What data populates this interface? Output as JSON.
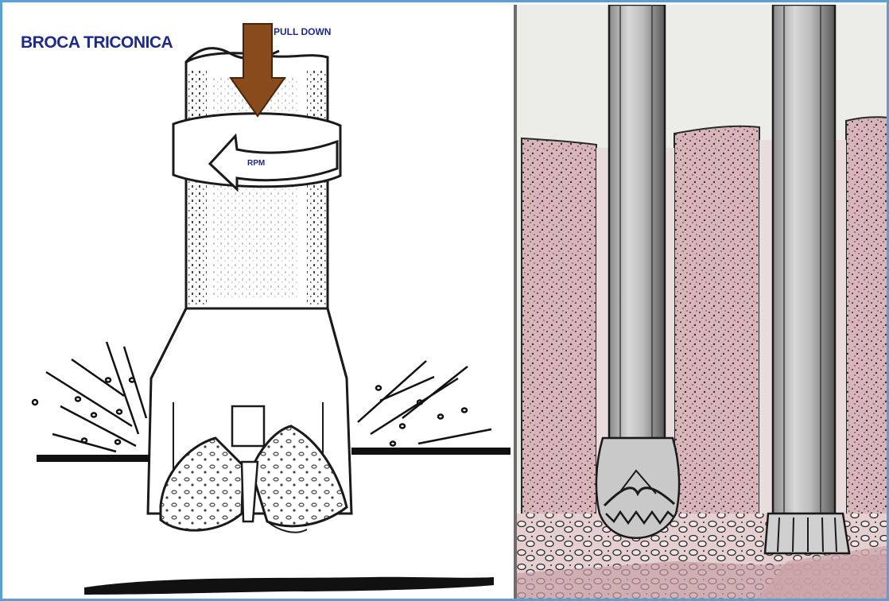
{
  "diagram": {
    "title": "BROCA TRICONICA",
    "pull_down_label": "PULL DOWN",
    "rpm_label": "RPM"
  },
  "colors": {
    "frame_border": "#5aa0d8",
    "title_text": "#1d2a8c",
    "arrow_brown": "#8a4b1c",
    "rock_pink": "#d6b3b6",
    "ink": "#1a1a1a"
  },
  "icons": [
    "drill-pipe",
    "pull-down-arrow",
    "rotation-arrow",
    "tricone-bit",
    "rock-chips",
    "drilling-rigs-rock-section"
  ]
}
